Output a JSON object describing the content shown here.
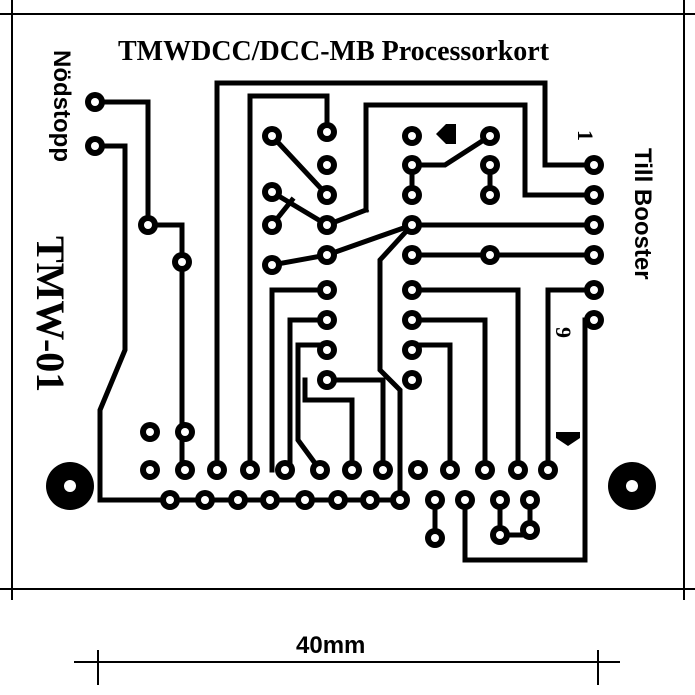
{
  "board": {
    "title": "TMWDCC/DCC-MB Processorkort",
    "left_label": "Nödstopp",
    "right_label": "Till Booster",
    "board_code": "TMW-01",
    "pin_first": "1",
    "pin_last": "9",
    "dimension": "40mm"
  },
  "colors": {
    "copper": "#000000",
    "substrate": "#ffffff"
  }
}
